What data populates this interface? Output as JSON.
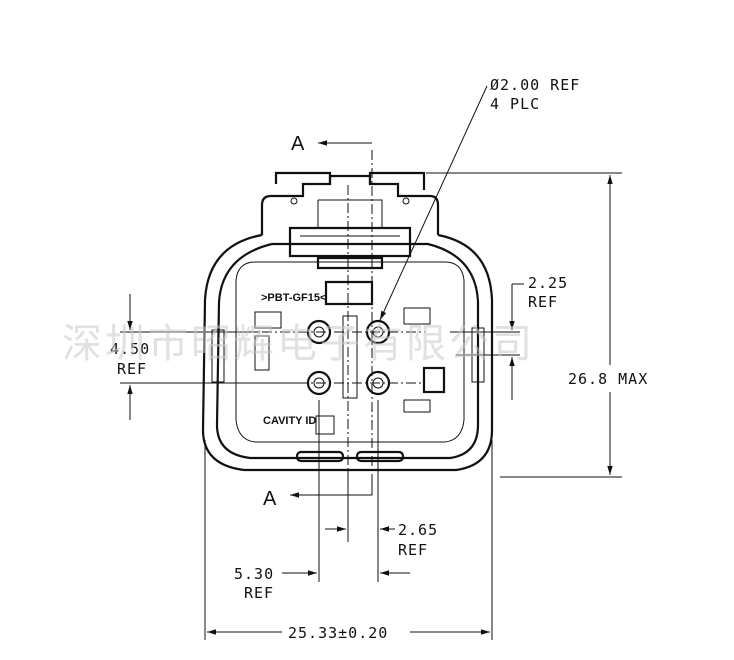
{
  "dimensions": {
    "hole_dia": "Ø2.00 REF",
    "hole_count": "4 PLC",
    "pitch_v_value": "2.25",
    "pitch_v_ref": "REF",
    "height_max": "26.8 MAX",
    "offset_v_value": "4.50",
    "offset_v_ref": "REF",
    "pitch_h_value": "2.65",
    "pitch_h_ref": "REF",
    "offset_h_value": "5.30",
    "offset_h_ref": "REF",
    "width_total": "25.33±0.20"
  },
  "labels": {
    "material": ">PBT-GF15<",
    "cavity_id": "CAVITY ID",
    "section_top": "A",
    "section_bottom": "A"
  },
  "watermark": "深圳市昭辉电子有限公司"
}
